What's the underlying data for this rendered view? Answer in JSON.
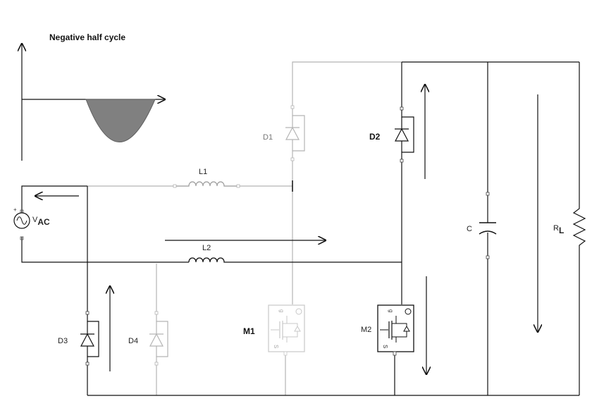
{
  "title": "Negative half cycle",
  "source": {
    "prefix": "V",
    "subscript": "AC",
    "plus": "+"
  },
  "inductors": {
    "l1": "L1",
    "l2": "L2"
  },
  "diodes": {
    "d1": "D1",
    "d2": "D2",
    "d3": "D3",
    "d4": "D4"
  },
  "switches": {
    "m1": {
      "label": "M1",
      "gate": "g",
      "source": "S"
    },
    "m2": {
      "label": "M2",
      "gate": "g",
      "source": "S"
    }
  },
  "capacitor": "C",
  "load": {
    "prefix": "R",
    "subscript": "L"
  },
  "colors": {
    "active": "#111111",
    "inactive": "#b4b4b4",
    "waveform_fill": "#808080"
  }
}
